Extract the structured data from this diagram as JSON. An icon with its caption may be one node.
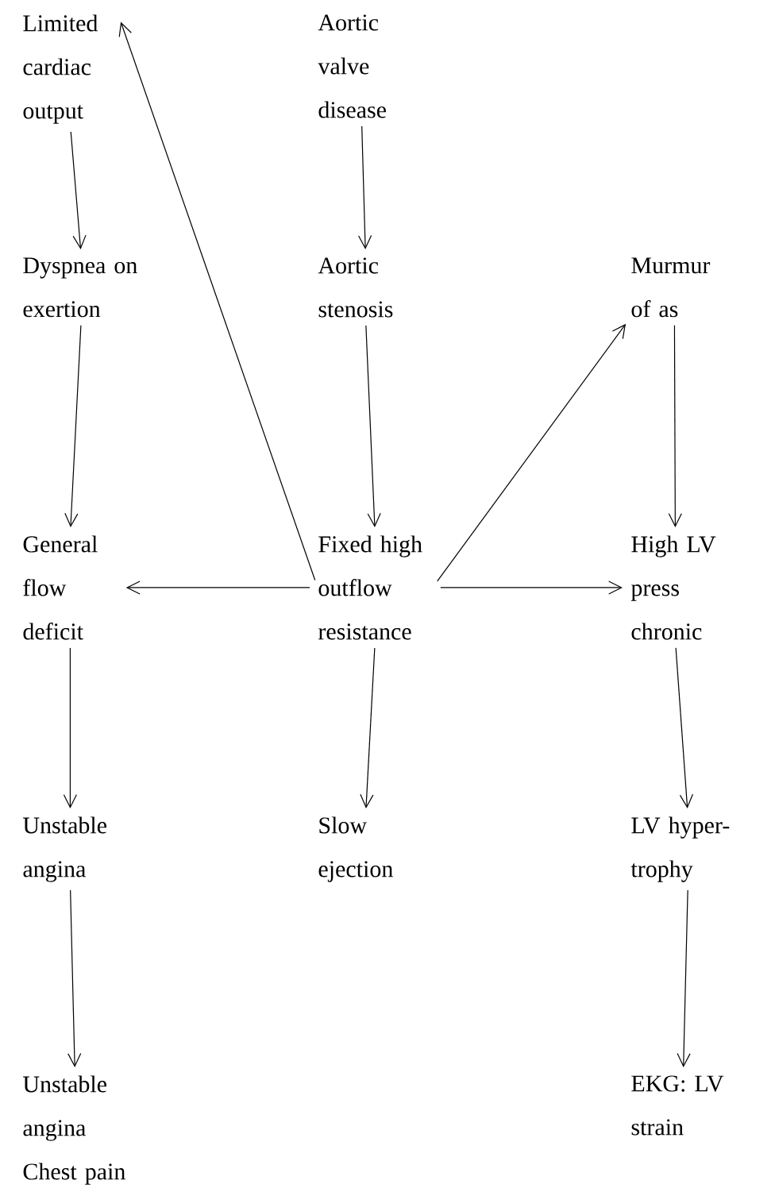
{
  "diagram": {
    "nodes": [
      {
        "text": [
          "Limited cardiac output"
        ]
      },
      {
        "text": [
          "Aortic valve disease"
        ]
      },
      {
        "text": [
          "Dyspnea on exertion"
        ]
      },
      {
        "text": [
          "Aortic stenosis"
        ]
      },
      {
        "text": [
          "Murmur of as"
        ]
      },
      {
        "text": [
          "General flow deficit"
        ]
      },
      {
        "text": [
          "Fixed high outflow resistance"
        ]
      },
      {
        "text": [
          "High LV press chronic"
        ]
      },
      {
        "text": [
          "Unstable angina"
        ]
      },
      {
        "text": [
          "Slow ejection"
        ]
      },
      {
        "text": [
          "LV hyper- trophy"
        ]
      },
      {
        "text": [
          "Unstable angina Chest pain"
        ]
      },
      {
        "text": [
          "EKG: LV strain"
        ]
      }
    ],
    "edges": [
      {
        "from": 0,
        "to": 2,
        "arrow": "to"
      },
      {
        "from": 1,
        "to": 3,
        "arrow": "to"
      },
      {
        "from": 3,
        "to": 6,
        "arrow": "to"
      },
      {
        "from": 4,
        "to": 7,
        "arrow": "to"
      },
      {
        "from": 2,
        "to": 5,
        "arrow": "to"
      },
      {
        "from": 6,
        "to": 0,
        "arrow": "to"
      },
      {
        "from": 6,
        "to": 5,
        "arrow": "to"
      },
      {
        "from": 6,
        "to": 4,
        "arrow": "to"
      },
      {
        "from": 6,
        "to": 7,
        "arrow": "to"
      },
      {
        "from": 5,
        "to": 8,
        "arrow": "to"
      },
      {
        "from": 6,
        "to": 9,
        "arrow": "to"
      },
      {
        "from": 7,
        "to": 10,
        "arrow": "to"
      },
      {
        "from": 8,
        "to": 11,
        "arrow": "to"
      },
      {
        "from": 10,
        "to": 12,
        "arrow": "to"
      }
    ]
  }
}
